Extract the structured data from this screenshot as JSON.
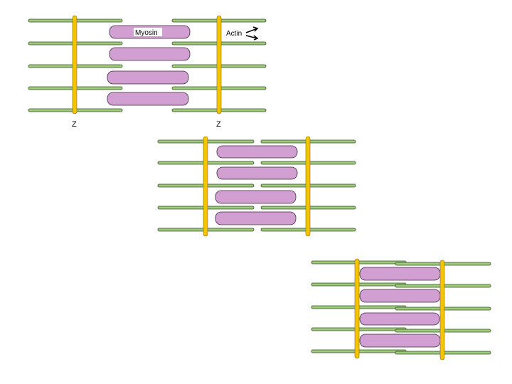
{
  "labels": {
    "myosin": "Myosin",
    "actin": "Actin",
    "z_left": "Z",
    "z_right": "Z"
  },
  "colors": {
    "actin_fill": "#9ccc78",
    "actin_stroke": "#3a4a2a",
    "myosin_fill": "#d29fd2",
    "myosin_stroke": "#3a2a3a",
    "zline_fill": "#f5c400",
    "zline_stroke": "#8a6a00",
    "text": "#000000"
  },
  "panels": [
    {
      "state": "relaxed"
    },
    {
      "state": "partially-contracted"
    },
    {
      "state": "fully-contracted"
    }
  ]
}
